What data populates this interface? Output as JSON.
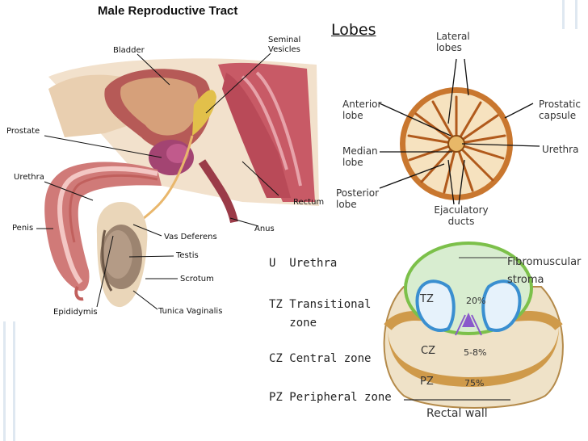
{
  "anatomy": {
    "title": "Male Reproductive Tract",
    "labels": {
      "bladder": "Bladder",
      "seminal_vesicles": "Seminal Vesicles",
      "prostate": "Prostate",
      "urethra": "Urethra",
      "rectum": "Rectum",
      "penis": "Penis",
      "anus": "Anus",
      "vas_deferens": "Vas Deferens",
      "testis": "Testis",
      "scrotum": "Scrotum",
      "epididymis": "Epididymis",
      "tunica_vaginalis": "Tunica Vaginalis"
    }
  },
  "lobes": {
    "heading": "Lobes",
    "labels": {
      "lateral_lobes": "Lateral lobes",
      "anterior_lobe": "Anterior lobe",
      "prostatic_capsule": "Prostatic capsule",
      "median_lobe": "Median lobe",
      "urethra": "Urethra",
      "posterior_lobe": "Posterior lobe",
      "ejaculatory_ducts": "Ejaculatory ducts"
    }
  },
  "zones": {
    "legend": [
      {
        "abbr": "U",
        "name": "Urethra"
      },
      {
        "abbr": "TZ",
        "name": "Transitional zone"
      },
      {
        "abbr": "CZ",
        "name": "Central zone"
      },
      {
        "abbr": "PZ",
        "name": "Peripheral zone"
      }
    ],
    "diagram": {
      "fibromuscular": "Fibromuscular stroma",
      "tz": "TZ",
      "tz_pct": "20%",
      "cz": "CZ",
      "cz_pct": "5-8%",
      "pz": "PZ",
      "pz_pct": "75%",
      "rectal_wall": "Rectal wall"
    }
  }
}
